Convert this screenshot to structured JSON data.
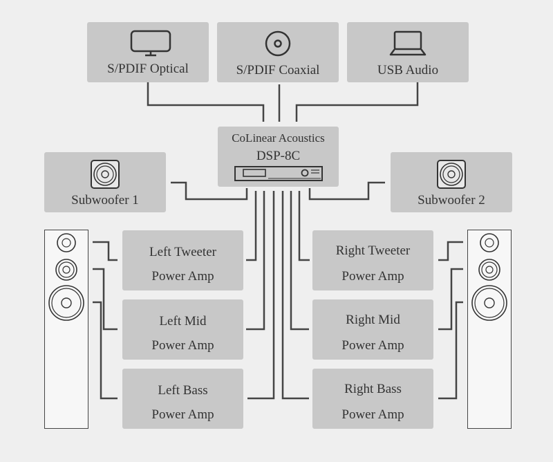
{
  "sources": [
    {
      "label": "S/PDIF Optical",
      "icon": "monitor-icon"
    },
    {
      "label": "S/PDIF Coaxial",
      "icon": "disc-icon"
    },
    {
      "label": "USB Audio",
      "icon": "laptop-icon"
    }
  ],
  "dsp": {
    "brand": "CoLinear Acoustics",
    "model": "DSP-8C",
    "icon": "processor-unit-icon"
  },
  "subwoofers": [
    {
      "label": "Subwoofer 1",
      "icon": "subwoofer-driver-icon"
    },
    {
      "label": "Subwoofer 2",
      "icon": "subwoofer-driver-icon"
    }
  ],
  "amps": {
    "left": [
      {
        "line1": "Left Tweeter",
        "line2": "Power Amp"
      },
      {
        "line1": "Left Mid",
        "line2": "Power Amp"
      },
      {
        "line1": "Left Bass",
        "line2": "Power Amp"
      }
    ],
    "right": [
      {
        "line1": "Right Tweeter",
        "line2": "Power Amp"
      },
      {
        "line1": "Right Mid",
        "line2": "Power Amp"
      },
      {
        "line1": "Right Bass",
        "line2": "Power Amp"
      }
    ]
  },
  "speakers": [
    {
      "name": "left-tower-speaker-icon"
    },
    {
      "name": "right-tower-speaker-icon"
    }
  ],
  "colors": {
    "background": "#efefef",
    "box": "#c8c8c8",
    "wire": "#444444"
  }
}
